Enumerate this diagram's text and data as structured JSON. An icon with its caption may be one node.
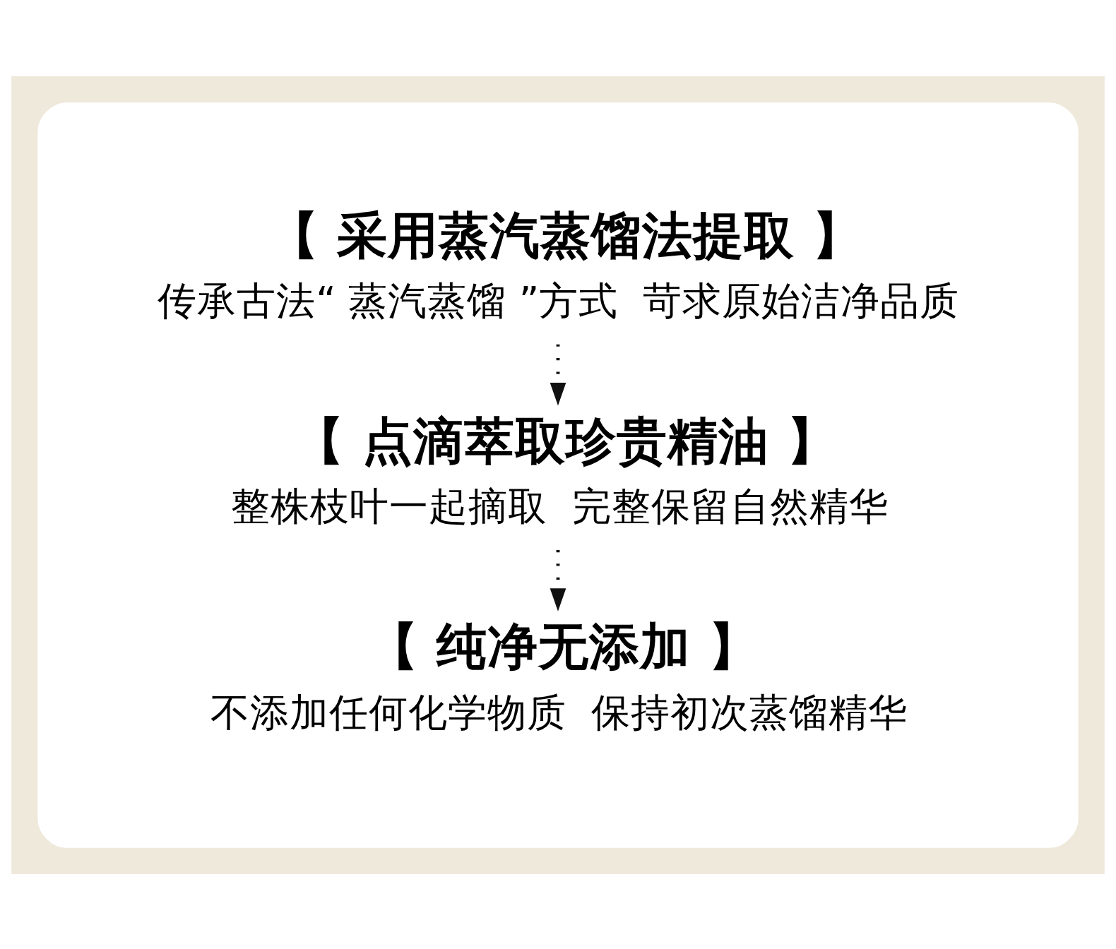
{
  "diagram": {
    "nodes": [
      {
        "text": [],
        "shape": "box"
      },
      {
        "text": [
          "【 采用蒸汽蒸馏法提取 】",
          "传承古法“ 蒸汽蒸馏 ”方式  苛求原始洁净品质"
        ],
        "in": 0
      },
      {
        "text": [
          "【 点滴萃取珍贵精油 】",
          "整株枝叶一起摘取  完整保留自然精华"
        ],
        "in": 0
      },
      {
        "text": [
          "【 纯净无添加 】",
          "不添加任何化学物质  保持初次蒸馏精华"
        ],
        "in": 0
      }
    ],
    "edges": [
      {
        "from": 1,
        "to": 2,
        "arrow": "to",
        "style": "dashed"
      },
      {
        "from": 2,
        "to": 3,
        "arrow": "to",
        "style": "dashed"
      }
    ]
  }
}
